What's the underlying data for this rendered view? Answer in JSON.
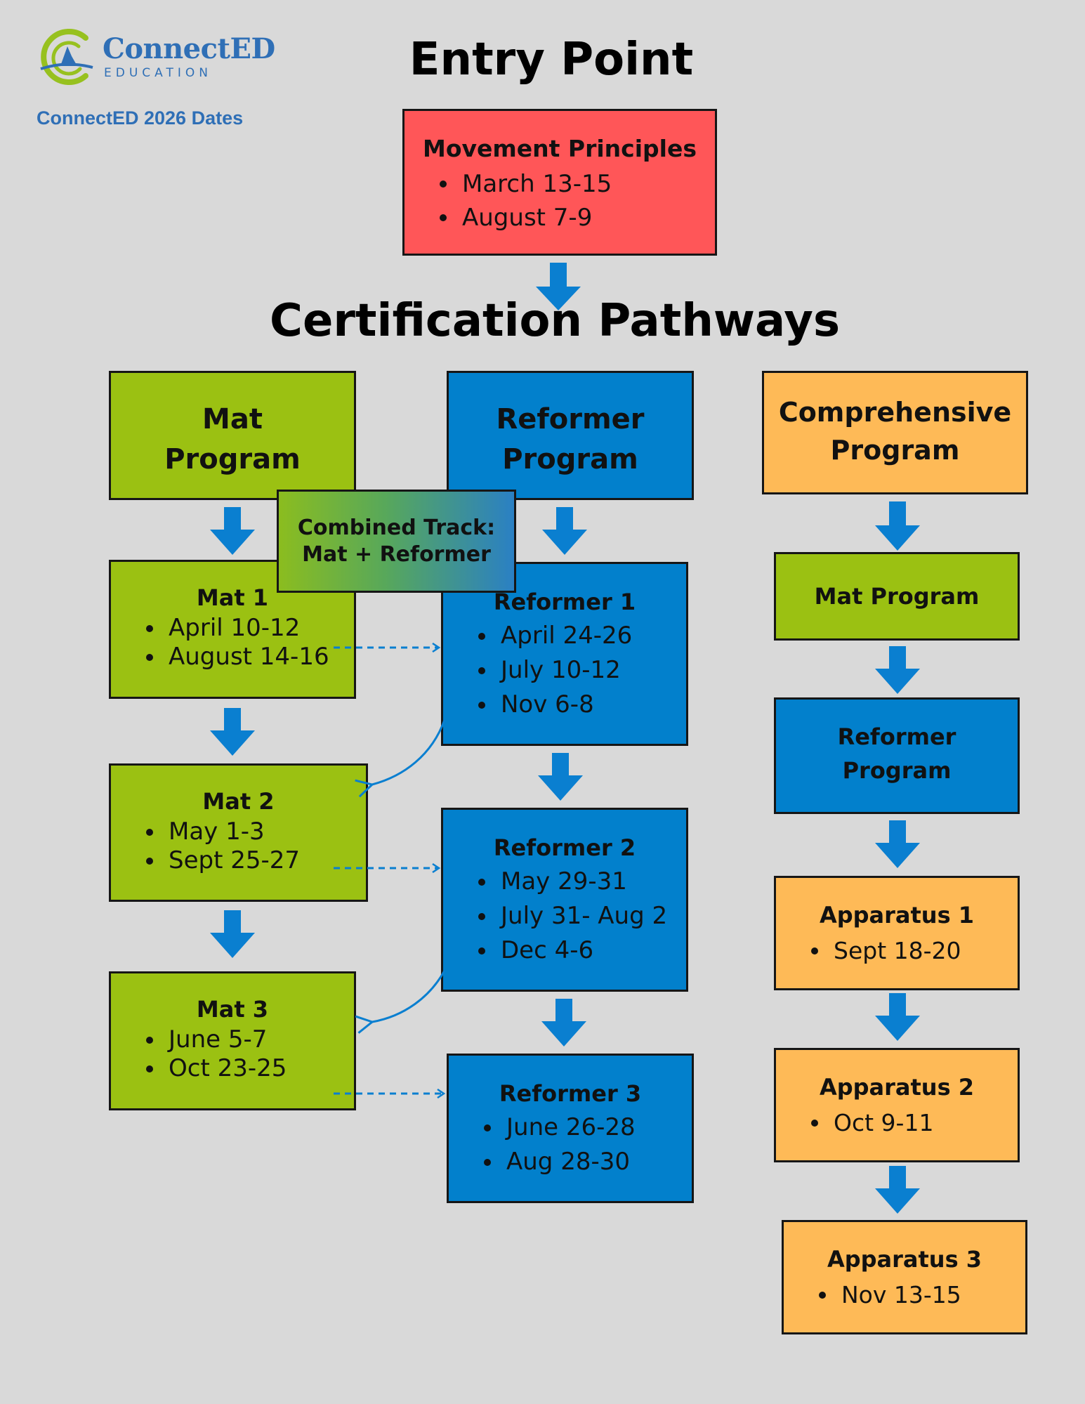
{
  "logo": {
    "name": "ConnectED",
    "sub": "EDUCATION",
    "colors": {
      "ring": "#97c11f",
      "text": "#2f6fb6"
    }
  },
  "dates_title": "ConnectED 2026 Dates",
  "headings": {
    "entry_point": "Entry Point",
    "pathways": "Certification Pathways"
  },
  "movement": {
    "title": "Movement Principles",
    "dates": [
      "March 13-15",
      "August 7-9"
    ]
  },
  "mat": {
    "title_line1": "Mat",
    "title_line2": "Program",
    "levels": [
      {
        "title": "Mat 1",
        "dates": [
          "April 10-12",
          "August 14-16"
        ]
      },
      {
        "title": "Mat 2",
        "dates": [
          "May 1-3",
          "Sept 25-27"
        ]
      },
      {
        "title": "Mat 3",
        "dates": [
          "June 5-7",
          "Oct 23-25"
        ]
      }
    ]
  },
  "reformer": {
    "title_line1": "Reformer",
    "title_line2": "Program",
    "levels": [
      {
        "title": "Reformer 1",
        "dates": [
          "April 24-26",
          "July 10-12",
          "Nov 6-8"
        ]
      },
      {
        "title": "Reformer 2",
        "dates": [
          "May 29-31",
          "July 31- Aug 2",
          "Dec 4-6"
        ]
      },
      {
        "title": "Reformer 3",
        "dates": [
          "June 26-28",
          "Aug 28-30"
        ]
      }
    ]
  },
  "combined": {
    "line1": "Combined Track:",
    "line2": "Mat + Reformer"
  },
  "comprehensive": {
    "title_line1": "Comprehensive",
    "title_line2": "Program",
    "mat_program": "Mat Program",
    "reformer_line1": "Reformer",
    "reformer_line2": "Program",
    "apparatus": [
      {
        "title": "Apparatus 1",
        "dates": [
          "Sept 18-20"
        ]
      },
      {
        "title": "Apparatus 2",
        "dates": [
          "Oct 9-11"
        ]
      },
      {
        "title": "Apparatus 3",
        "dates": [
          "Nov 13-15"
        ]
      }
    ]
  },
  "colors": {
    "background": "#d9d9d9",
    "mat_green": "#9bc112",
    "reformer_blue": "#0280cc",
    "comprehensive_orange": "#feba57",
    "movement_red": "#ff5658",
    "arrow_blue": "#0a7fd0"
  }
}
